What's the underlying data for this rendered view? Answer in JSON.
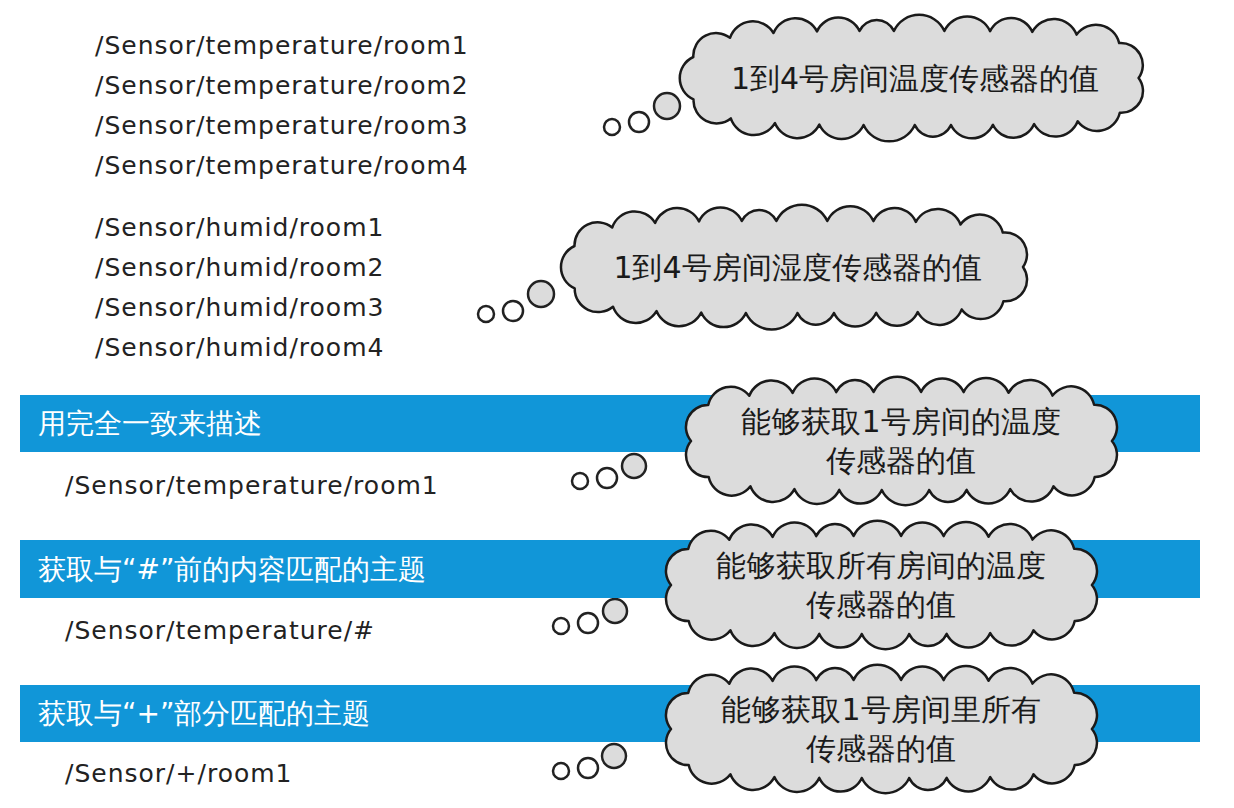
{
  "diagram": {
    "nodes": [
      {
        "text": [
          "1到4号房间温度传感器的值"
        ]
      },
      {
        "text": [
          "1到4号房间湿度传感器的值"
        ]
      },
      {
        "text": [
          "用完全一致来描述"
        ]
      },
      {
        "text": [
          "能够获取1号房间的温度 传感器的值"
        ]
      },
      {
        "text": [
          "获取与“#”前的内容匹配的主题"
        ]
      },
      {
        "text": [
          "能够获取所有房间的温度 传感器的值"
        ]
      },
      {
        "text": [
          "获取与“+”部分匹配的主题"
        ]
      },
      {
        "text": [
          "能够获取1号房间里所有 传感器的值"
        ]
      }
    ],
    "labels": [
      "/Sensor/temperature/room1",
      "/Sensor/temperature/room2",
      "/Sensor/temperature/room3",
      "/Sensor/temperature/room4",
      "/Sensor/humid/room1",
      "/Sensor/humid/room2",
      "/Sensor/humid/room3",
      "/Sensor/humid/room4",
      "/Sensor/temperature/room1",
      "/Sensor/temperature/#",
      "/Sensor/+/room1"
    ]
  }
}
